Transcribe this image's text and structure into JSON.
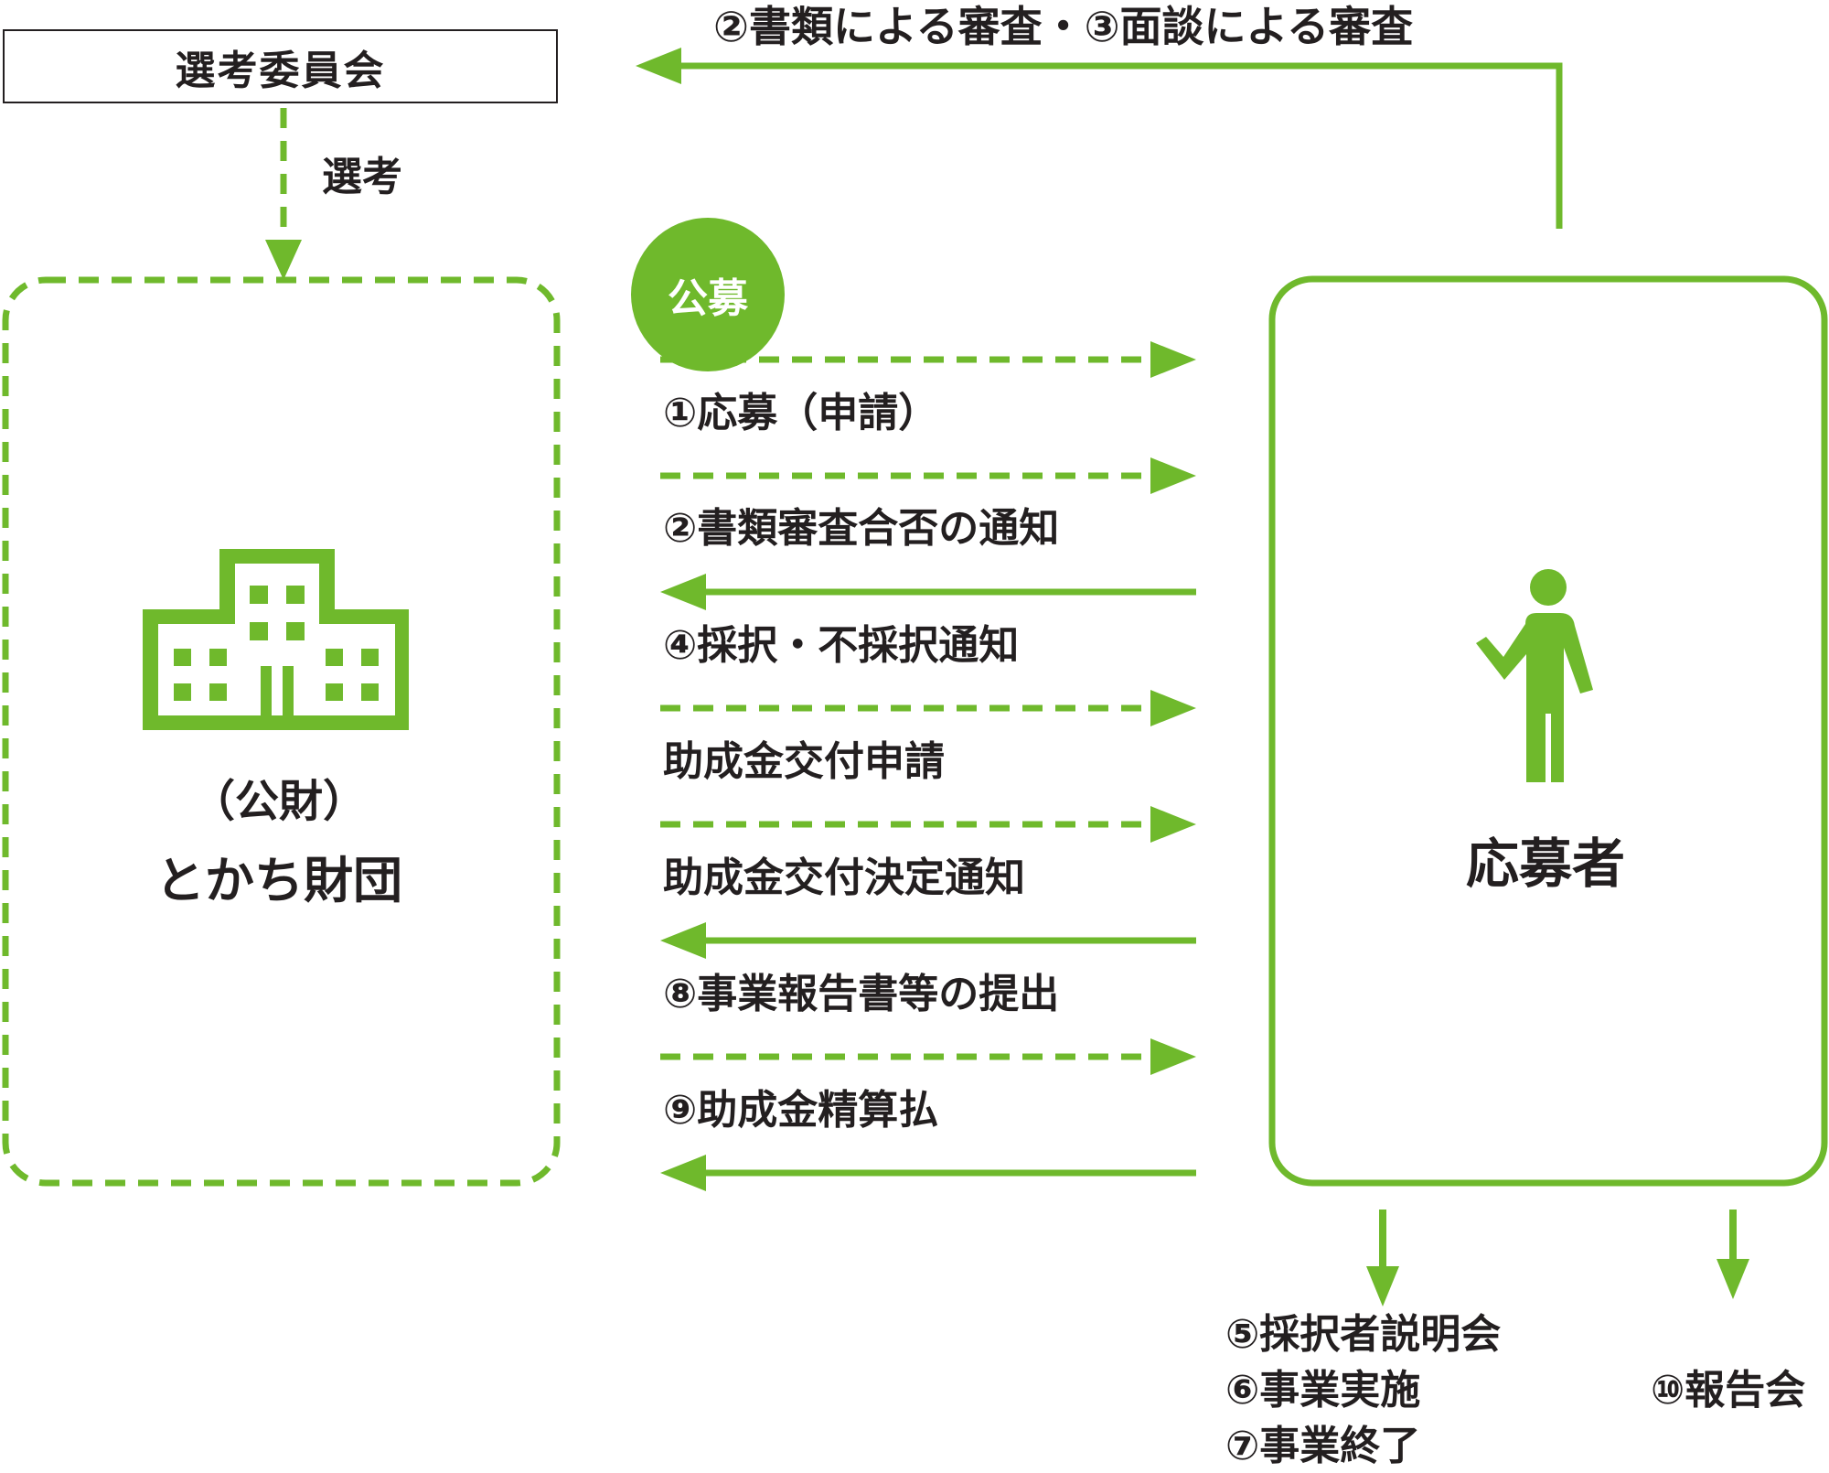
{
  "colors": {
    "accent": "#6fb92c",
    "text": "#231f20",
    "background": "#ffffff"
  },
  "committee": {
    "name": "選考委員会",
    "selection_label": "選考"
  },
  "top_flow_label": "②書類による審査・③面談による審査",
  "foundation": {
    "line1": "（公財）",
    "line2": "とかち財団",
    "icon": "building-icon"
  },
  "recruitment_badge": "公募",
  "applicant": {
    "name": "応募者",
    "icon": "person-icon"
  },
  "flows": [
    {
      "label": "①応募（申請）",
      "direction": "to-foundation",
      "style": "dashed"
    },
    {
      "label": "②書類審査合否の通知",
      "direction": "to-applicant",
      "style": "solid"
    },
    {
      "label": "④採択・不採択通知",
      "direction": "to-foundation",
      "style": "dashed"
    },
    {
      "label": "助成金交付申請",
      "direction": "to-foundation",
      "style": "dashed"
    },
    {
      "label": "助成金交付決定通知",
      "direction": "to-applicant",
      "style": "solid"
    },
    {
      "label": "⑧事業報告書等の提出",
      "direction": "to-foundation",
      "style": "dashed"
    },
    {
      "label": "⑨助成金精算払",
      "direction": "to-applicant",
      "style": "solid"
    }
  ],
  "outcomes": {
    "steps": [
      "⑤採択者説明会",
      "⑥事業実施",
      "⑦事業終了"
    ],
    "report": "⑩報告会"
  }
}
